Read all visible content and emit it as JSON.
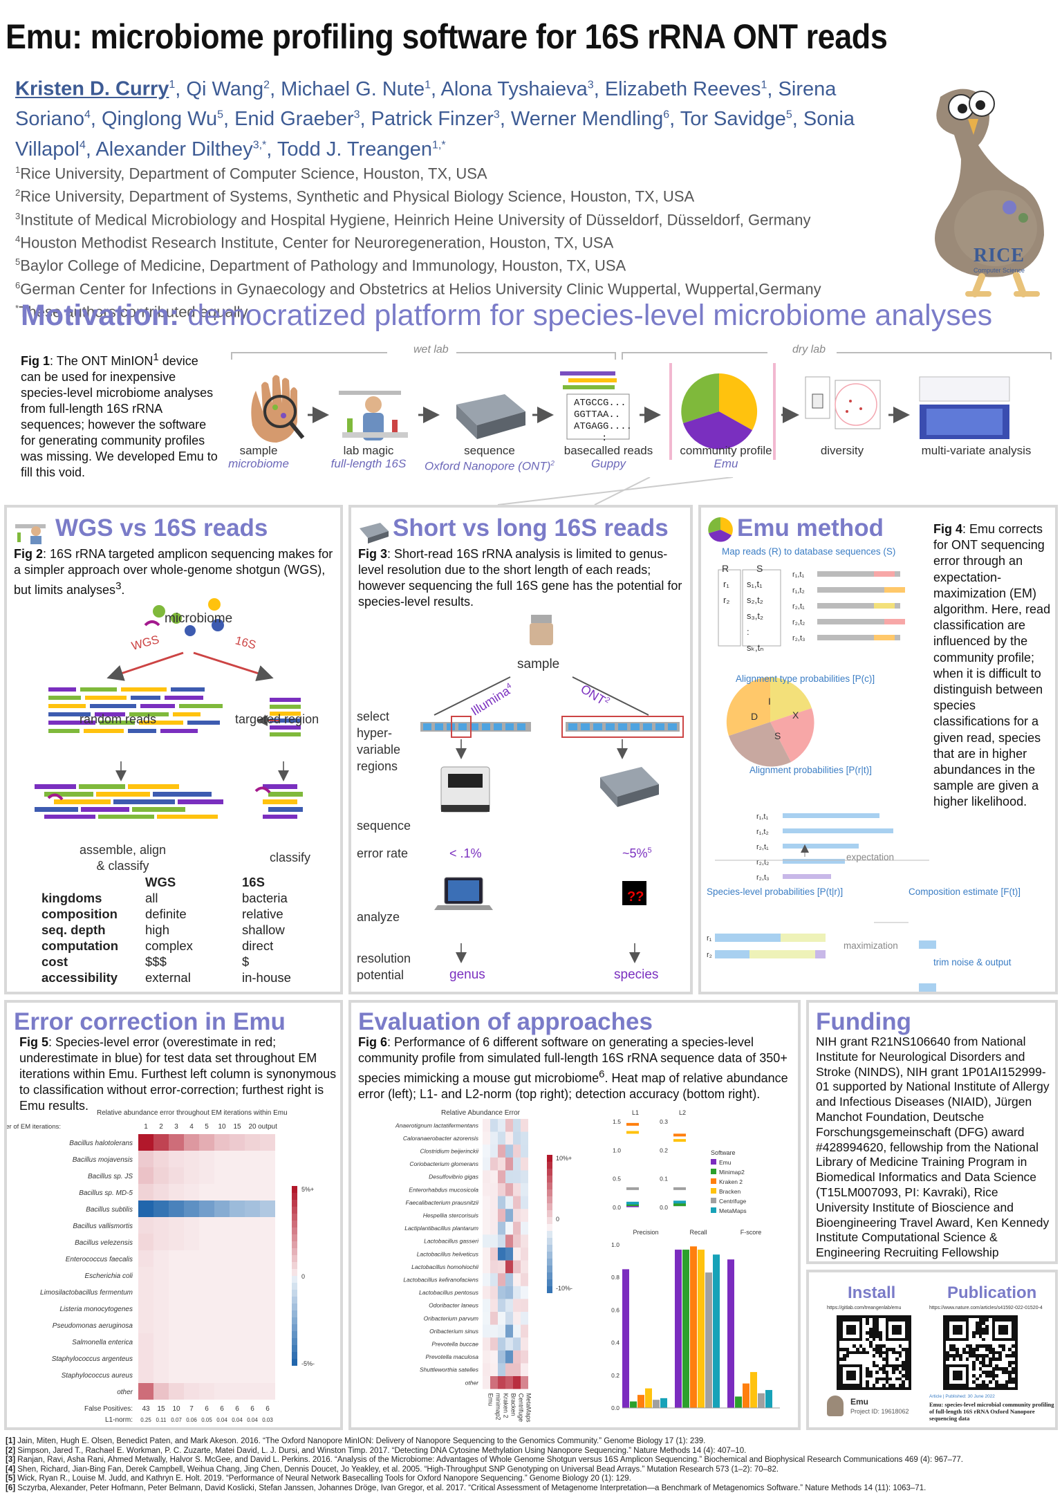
{
  "title": "Emu: microbiome profiling software for 16S rRNA ONT reads",
  "authors": {
    "presenter": "Kristen D. Curry",
    "presenter_sup": "1",
    "rest_html": ", Qi Wang<sup>2</sup>, Michael G. Nute<sup>1</sup>, Alona Tyshaieva<sup>3</sup>, Elizabeth Reeves<sup>1</sup>, Sirena Soriano<sup>4</sup>, Qinglong Wu<sup>5</sup>, Enid Graeber<sup>3</sup>, Patrick Finzer<sup>3</sup>, Werner Mendling<sup>6</sup>, Tor Savidge<sup>5</sup>, Sonia Villapol<sup>4</sup>, Alexander Dilthey<sup>3,*</sup>, Todd J. Treangen<sup>1,*</sup>"
  },
  "affiliations": [
    {
      "sup": "1",
      "text": "Rice University, Department of Computer Science, Houston, TX, USA"
    },
    {
      "sup": "2",
      "text": "Rice University, Department of Systems, Synthetic and Physical Biology Science, Houston, TX, USA"
    },
    {
      "sup": "3",
      "text": "Institute of Medical Microbiology and Hospital Hygiene, Heinrich Heine University of Düsseldorf, Düsseldorf, Germany"
    },
    {
      "sup": "4",
      "text": "Houston Methodist Research Institute, Center for Neuroregeneration, Houston, TX, USA"
    },
    {
      "sup": "5",
      "text": "Baylor College of Medicine, Department of Pathology and Immunology, Houston, TX, USA"
    },
    {
      "sup": "6",
      "text": "German Center for Infections in Gynaecology and Obstetrics at Helios University Clinic Wuppertal, Wuppertal,Germany"
    },
    {
      "sup": "*",
      "text": "These authors contributed equally"
    }
  ],
  "logo": {
    "name": "RICE",
    "sub": "Computer Science"
  },
  "motivation": {
    "title_lead": "Motivation:",
    "title_rest": " democratized platform for species-level microbiome analyses",
    "fig1_label": "Fig 1",
    "fig1_caption_html": ": The ONT MinION<sup>1</sup> device can be used for inexpensive species-level microbiome analyses from full-length 16S rRNA sequences; however the software for generating community profiles was missing. We developed Emu to fill this void.",
    "wet_lab": "wet lab",
    "dry_lab": "dry lab",
    "seq_snippet": [
      "ATGCCG...",
      "GGTTAA..",
      "ATGAGG....",
      ":"
    ],
    "pipeline": [
      {
        "label": "sample",
        "sub": "microbiome"
      },
      {
        "label": "lab magic",
        "sub": "full-length 16S"
      },
      {
        "label": "sequence",
        "sub": "Oxford Nanopore (ONT)"
      },
      {
        "label": "basecalled reads",
        "sub": "Guppy"
      },
      {
        "label": "community profile",
        "sub": "Emu"
      },
      {
        "label": "diversity",
        "sub": ""
      },
      {
        "label": "multi-variate analysis",
        "sub": ""
      }
    ]
  },
  "wgs": {
    "title": "WGS vs 16S reads",
    "fig_label": "Fig 2",
    "caption": ": 16S rRNA targeted amplicon sequencing makes for a simpler approach over whole-genome shotgun (WGS), but limits analyses",
    "caption_sup": "3",
    "microbiome": "microbiome",
    "wgs_arrow": "WGS",
    "s16_arrow": "16S",
    "random_reads": "random reads",
    "targeted_region": "targeted region",
    "assemble": "assemble, align\n& classify",
    "classify": "classify",
    "table": {
      "headers": [
        "",
        "WGS",
        "16S"
      ],
      "rows": [
        [
          "kingdoms",
          "all",
          "bacteria"
        ],
        [
          "composition",
          "definite",
          "relative"
        ],
        [
          "seq. depth",
          "high",
          "shallow"
        ],
        [
          "computation",
          "complex",
          "direct"
        ],
        [
          "cost",
          "$$$",
          "$"
        ],
        [
          "accessibility",
          "external",
          "in-house"
        ]
      ]
    }
  },
  "shortlong": {
    "title": "Short vs long 16S reads",
    "fig_label": "Fig 3",
    "caption": ": Short-read 16S rRNA analysis is limited to genus-level resolution due to the short length of each reads; however sequencing the full 16S gene has the potential for species-level results.",
    "sample": "sample",
    "illumina": "Illumina",
    "illumina_sup": "4",
    "ont": "ONT",
    "ont_sup": "2",
    "rows": [
      "select hyper-variable regions",
      "sequence",
      "error rate",
      "analyze",
      "resolution potential"
    ],
    "error_left": "< .1%",
    "error_right": "~5%",
    "error_right_sup": "5",
    "qq": "??",
    "res_left": "genus",
    "res_right": "species"
  },
  "emu_method": {
    "title": "Emu method",
    "fig_label": "Fig 4",
    "caption": ": Emu corrects for ONT sequencing error through an expectation-maximization (EM) algorithm. Here, read classification are influenced by the community profile; when it is difficult to distinguish between species classifications for a given read, species that are in higher abundances in the sample are given a higher likelihood.",
    "map_reads": "Map reads (R) to database sequences (S)",
    "R": "R",
    "S": "S",
    "alignment_type": "Alignment type probabilities [P(c)]",
    "pie_labels": [
      "I",
      "D",
      "X",
      "S"
    ],
    "alignment_probs": "Alignment probabilities [P(r|t)]",
    "expectation": "expectation",
    "species_level": "Species-level probabilities [P(t|r)]",
    "composition": "Composition estimate [F(t)]",
    "maximization": "maximization",
    "trim": "trim noise & output"
  },
  "error_correction": {
    "title": "Error correction in Emu",
    "fig_label": "Fig 5",
    "caption": ": Species-level error (overestimate in red; underestimate in blue) for test data set throughout EM iterations within Emu. Furthest left column is synonymous to classification without error-correction; furthest right is Emu results.",
    "heat_title": "Relative abundance error throughout EM iterations within Emu",
    "iter_label": "number of EM iterations:",
    "iterations": [
      "1",
      "2",
      "3",
      "4",
      "5",
      "10",
      "15",
      "20",
      "output"
    ],
    "species": [
      "Bacillus halotolerans",
      "Bacillus mojavensis",
      "Bacillus sp. JS",
      "Bacillus sp. MD-5",
      "Bacillus subtilis",
      "Bacillus vallismortis",
      "Bacillus velezensis",
      "Enterococcus faecalis",
      "Escherichia coli",
      "Limosilactobacillus fermentum",
      "Listeria monocytogenes",
      "Pseudomonas aeruginosa",
      "Salmonella enterica",
      "Staphylococcus argenteus",
      "Staphylococcus aureus",
      "other"
    ],
    "fp_label": "False Positives:",
    "false_positives": [
      "43",
      "15",
      "10",
      "7",
      "6",
      "6",
      "6",
      "6",
      "6"
    ],
    "l1_label": "L1-norm:",
    "l1_norm": [
      "0.25",
      "0.11",
      "0.07",
      "0.06",
      "0.05",
      "0.04",
      "0.04",
      "0.04",
      "0.03"
    ],
    "colorbar": [
      "5%+",
      "0",
      "-5%-"
    ],
    "colors": {
      "pos": "#b2182b",
      "neg": "#2166ac"
    }
  },
  "evaluation": {
    "title": "Evaluation of approaches",
    "fig_label": "Fig 6",
    "caption": ": Performance of 6 different software on generating a species-level community profile from simulated full-length 16S rRNA sequence data of 350+ species mimicking a mouse gut microbiome",
    "caption_sup": "6",
    "caption2": ". Heat map of relative abundance error (left); L1- and L2-norm (top right); detection accuracy (bottom right).",
    "heat_title": "Relative Abundance Error",
    "species": [
      "Anaerotignum lactatifermentans",
      "Caloranaerobacter azorensis",
      "Clostridium beijerinckii",
      "Coriobacterium glomerans",
      "Desulfovibrio gigas",
      "Enterorhabdus mucosicola",
      "Faecalibacterium prausnitzii",
      "Hespellia stercorisuis",
      "Lactiplantibacillus plantarum",
      "Lactobacillus gasseri",
      "Lactobacillus helveticus",
      "Lactobacillus homohiochii",
      "Lactobacillus kefiranofaciens",
      "Lactobacillus pentosus",
      "Odoribacter laneus",
      "Oribacterium parvum",
      "Oribacterium sinus",
      "Prevotella buccae",
      "Prevotella maculosa",
      "Shuttleworthia satelles",
      "other"
    ],
    "tools": [
      "Emu",
      "minimap2",
      "Kraken 2",
      "Bracken",
      "Centrifuge",
      "MetaMaps"
    ],
    "colorbar": [
      "10%+",
      "0",
      "-10%-"
    ],
    "legend_title": "Software",
    "legend": [
      {
        "name": "Emu",
        "color": "#7b2cbf"
      },
      {
        "name": "Minimap2",
        "color": "#2ca02c"
      },
      {
        "name": "Kraken 2",
        "color": "#ff7f0e"
      },
      {
        "name": "Bracken",
        "color": "#ffc20e"
      },
      {
        "name": "Centrifuge",
        "color": "#a0a0a0"
      },
      {
        "name": "MetaMaps",
        "color": "#17a2b8"
      }
    ],
    "norm_titles": [
      "L1",
      "L2"
    ],
    "l1_ticks": [
      "1.5",
      "1.0",
      "0.5",
      "0.0"
    ],
    "l2_ticks": [
      "0.3",
      "0.2",
      "0.1",
      "0.0"
    ],
    "acc_titles": [
      "Precision",
      "Recall",
      "F-score"
    ],
    "acc_ticks": [
      "1.0",
      "0.8",
      "0.6",
      "0.4",
      "0.2",
      "0.0"
    ]
  },
  "chart_data": [
    {
      "type": "bar",
      "title": "",
      "categories": [
        "Precision",
        "Recall",
        "F-score"
      ],
      "ylim": [
        0,
        1
      ],
      "series": [
        {
          "name": "Emu",
          "values": [
            0.85,
            0.97,
            0.91
          ]
        },
        {
          "name": "Minimap2",
          "values": [
            0.04,
            0.97,
            0.07
          ]
        },
        {
          "name": "Kraken 2",
          "values": [
            0.08,
            0.99,
            0.15
          ]
        },
        {
          "name": "Bracken",
          "values": [
            0.12,
            0.97,
            0.22
          ]
        },
        {
          "name": "Centrifuge",
          "values": [
            0.05,
            0.83,
            0.09
          ]
        },
        {
          "name": "MetaMaps",
          "values": [
            0.06,
            0.94,
            0.11
          ]
        }
      ]
    },
    {
      "type": "scatter",
      "title": "L1",
      "series": [
        {
          "name": "Emu",
          "values": [
            0.03
          ]
        },
        {
          "name": "Minimap2",
          "values": [
            0.05
          ]
        },
        {
          "name": "Kraken 2",
          "values": [
            1.55
          ]
        },
        {
          "name": "Bracken",
          "values": [
            1.4
          ]
        },
        {
          "name": "Centrifuge",
          "values": [
            0.35
          ]
        },
        {
          "name": "MetaMaps",
          "values": [
            0.08
          ]
        }
      ],
      "ylim": [
        0,
        1.6
      ]
    },
    {
      "type": "scatter",
      "title": "L2",
      "series": [
        {
          "name": "Emu",
          "values": [
            0.01
          ]
        },
        {
          "name": "Minimap2",
          "values": [
            0.01
          ]
        },
        {
          "name": "Kraken 2",
          "values": [
            0.27
          ]
        },
        {
          "name": "Bracken",
          "values": [
            0.25
          ]
        },
        {
          "name": "Centrifuge",
          "values": [
            0.07
          ]
        },
        {
          "name": "MetaMaps",
          "values": [
            0.02
          ]
        }
      ],
      "ylim": [
        0,
        0.32
      ]
    }
  ],
  "funding": {
    "title": "Funding",
    "text": "NIH grant R21NS106640 from National Institute for Neurological Disorders and Stroke (NINDS), NIH grant 1P01AI152999-01 supported by National Institute of Allergy and Infectious Diseases (NIAID), Jürgen Manchot Foundation, Deutsche Forschungsgemeinschaft (DFG) award #428994620, fellowship from the National Library of Medicine Training Program in Biomedical Informatics and Data Science (T15LM007093, PI: Kavraki), Rice University Institute of Bioscience and Bioengineering Travel Award, Ken Kennedy Institute Computational Science & Engineering Recruiting Fellowship"
  },
  "install": {
    "title": "Install",
    "url": "https://gitlab.com/treangenlab/emu",
    "project_name": "Emu",
    "project_id": "Project ID: 19618062"
  },
  "publication": {
    "title": "Publication",
    "url": "https://www.nature.com/articles/s41592-022-01520-4",
    "meta": "Article | Published: 30 June 2022",
    "paper_title": "Emu: species-level microbial community profiling of full-length 16S rRNA Oxford Nanopore sequencing data"
  },
  "references": [
    {
      "n": "[1]",
      "text": " Jain, Miten, Hugh E. Olsen, Benedict Paten, and Mark Akeson. 2016. “The Oxford Nanopore MinION: Delivery of Nanopore Sequencing to the Genomics Community.” Genome Biology 17 (1): 239."
    },
    {
      "n": "[2]",
      "text": " Simpson, Jared T., Rachael E. Workman, P. C. Zuzarte, Matei David, L. J. Dursi, and Winston Timp. 2017. “Detecting DNA Cytosine Methylation Using Nanopore Sequencing.” Nature Methods 14 (4): 407–10."
    },
    {
      "n": "[3]",
      "text": " Ranjan, Ravi, Asha Rani, Ahmed Metwally, Halvor S. McGee, and David L. Perkins. 2016. “Analysis of the Microbiome: Advantages of Whole Genome Shotgun versus 16S Amplicon Sequencing.” Biochemical and Biophysical Research Communications 469 (4): 967–77."
    },
    {
      "n": "[4]",
      "text": " Shen, Richard, Jian-Bing Fan, Derek Campbell, Weihua Chang, Jing Chen, Dennis Doucet, Jo Yeakley, et al. 2005. “High-Throughput SNP Genotyping on Universal Bead Arrays.” Mutation Research 573 (1–2): 70–82."
    },
    {
      "n": "[5]",
      "text": " Wick, Ryan R., Louise M. Judd, and Kathryn E. Holt. 2019. “Performance of Neural Network Basecalling Tools for Oxford Nanopore Sequencing.” Genome Biology 20 (1): 129."
    },
    {
      "n": "[6]",
      "text": " Sczyrba, Alexander, Peter Hofmann, Peter Belmann, David Koslicki, Stefan Janssen, Johannes Dröge, Ivan Gregor, et al. 2017. “Critical Assessment of Metagenome Interpretation—a Benchmark of Metagenomics Software.” Nature Methods 14 (11): 1063–71."
    }
  ]
}
